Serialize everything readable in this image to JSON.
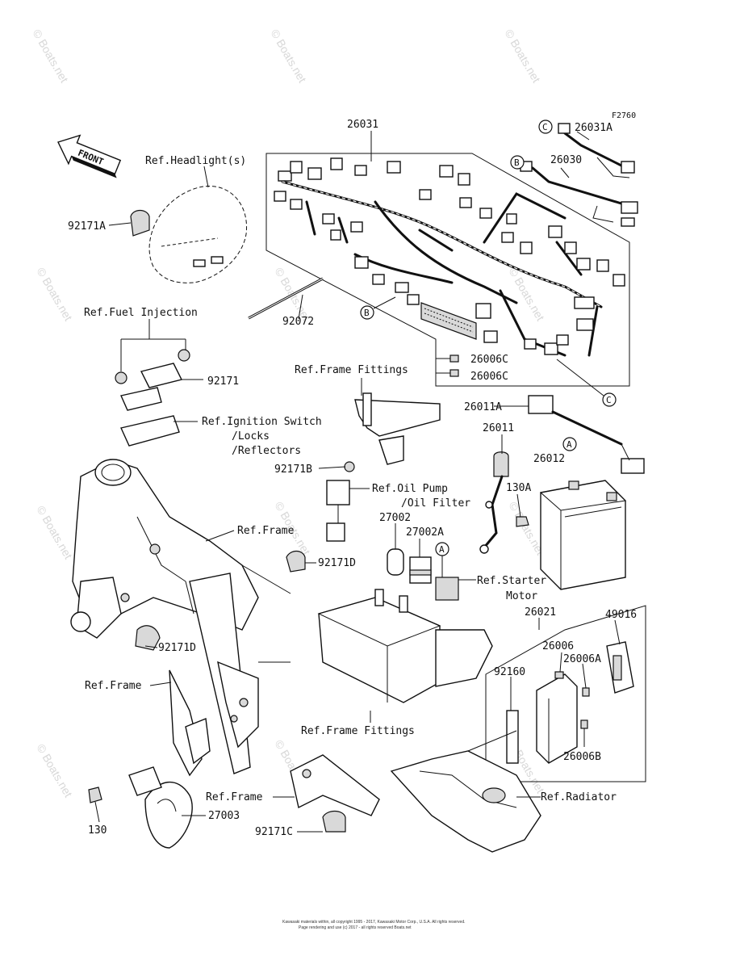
{
  "watermark": "© Boats.net",
  "figure_code": "F2760",
  "front_label": "FRONT",
  "copyright": [
    "Kawasaki materials within, all copyright 1995 - 2017, Kawasaki Motor Corp., U.S.A. All rights reserved.",
    "Page rendering and use (c) 2017 - all rights reserved Boats.net"
  ],
  "labels": {
    "l26031": "26031",
    "l26031a": "26031A",
    "l26030": "26030",
    "ref_headlights": "Ref.Headlight(s)",
    "l92171a": "92171A",
    "l92072": "92072",
    "ref_fuel_injection": "Ref.Fuel Injection",
    "l92171": "92171",
    "ref_ignition_switch_1": "Ref.Ignition Switch",
    "ref_ignition_switch_2": "/Locks",
    "ref_ignition_switch_3": "/Reflectors",
    "ref_frame_fittings_1": "Ref.Frame Fittings",
    "l26006c_1": "26006C",
    "l26006c_2": "26006C",
    "l26011a": "26011A",
    "l26011": "26011",
    "l26012": "26012",
    "l130a": "130A",
    "l92171b": "92171B",
    "ref_oil_pump_1": "Ref.Oil Pump",
    "ref_oil_pump_2": "/Oil Filter",
    "l27002": "27002",
    "l27002a": "27002A",
    "ref_frame_1": "Ref.Frame",
    "l92171d_1": "92171D",
    "ref_starter_1": "Ref.Starter",
    "ref_starter_2": "Motor",
    "l26021": "26021",
    "l49016": "49016",
    "l26006": "26006",
    "l26006a": "26006A",
    "l92160": "92160",
    "l26006b": "26006B",
    "l92171d_2": "92171D",
    "ref_frame_2": "Ref.Frame",
    "ref_frame_fittings_2": "Ref.Frame Fittings",
    "ref_frame_3": "Ref.Frame",
    "ref_radiator": "Ref.Radiator",
    "l27003": "27003",
    "l130": "130",
    "l92171c": "92171C"
  },
  "markers": {
    "c1": "C",
    "b1": "B",
    "b2": "B",
    "c2": "C",
    "a1": "A",
    "a2": "A"
  }
}
